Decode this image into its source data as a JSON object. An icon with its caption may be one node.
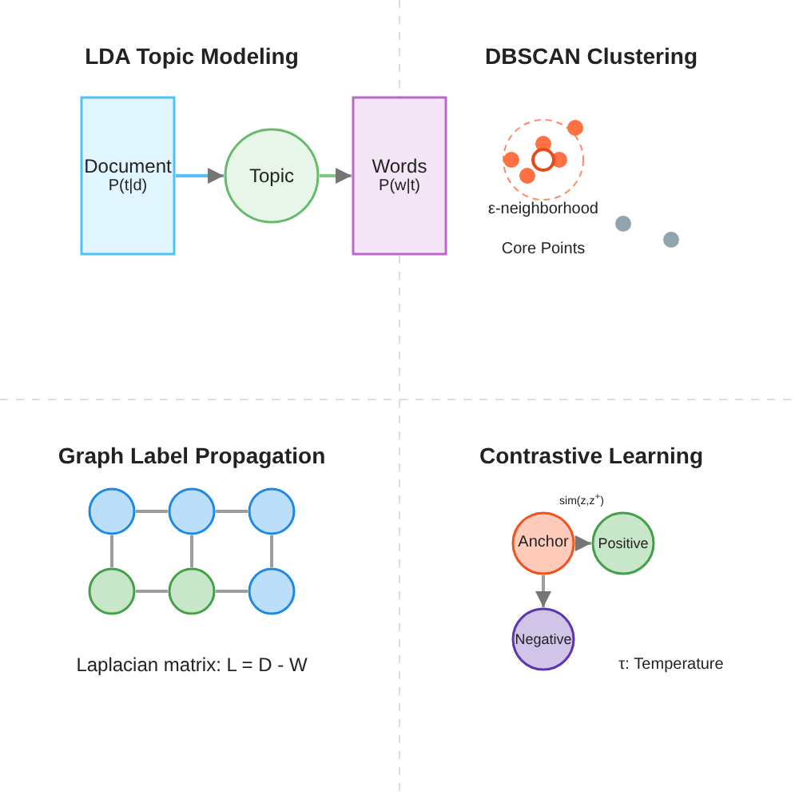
{
  "diagram": {
    "nodes": [
      {
        "text": [
          "Document",
          "P(t|d)"
        ]
      },
      {
        "text": [
          "Topic"
        ]
      },
      {
        "text": [
          "Words",
          "P(w|t)"
        ]
      },
      {
        "text": [],
        "shape": "circle"
      },
      {
        "text": [],
        "shape": "circle"
      },
      {
        "text": [],
        "shape": "circle"
      },
      {
        "text": [],
        "shape": "circle"
      },
      {
        "text": [],
        "shape": "circle"
      },
      {
        "text": [],
        "shape": "circle"
      },
      {
        "text": [
          "Anchor"
        ]
      },
      {
        "text": [
          "Positive"
        ]
      },
      {
        "text": [
          "Negative"
        ]
      }
    ],
    "edges": [
      {
        "from": 0,
        "to": 1,
        "arrow": "to",
        "color": "#4fc3f7"
      },
      {
        "from": 1,
        "to": 2,
        "arrow": "to",
        "color": "#81c784"
      },
      {
        "from": 3,
        "to": 4,
        "arrow": "none"
      },
      {
        "from": 4,
        "to": 5,
        "arrow": "none"
      },
      {
        "from": 3,
        "to": 6,
        "arrow": "none"
      },
      {
        "from": 4,
        "to": 7,
        "arrow": "none"
      },
      {
        "from": 5,
        "to": 8,
        "arrow": "none"
      },
      {
        "from": 6,
        "to": 7,
        "arrow": "none"
      },
      {
        "from": 7,
        "to": 8,
        "arrow": "none"
      },
      {
        "from": 9,
        "to": 10,
        "arrow": "to",
        "color": "#81c784"
      },
      {
        "from": 9,
        "to": 11,
        "arrow": "to"
      }
    ],
    "labels": [
      "LDA Topic Modeling",
      "DBSCAN Clustering",
      "ε-neighborhood",
      "Core Points",
      "Graph Label Propagation",
      "Laplacian matrix: L = D - W",
      "Contrastive Learning",
      "sim(z,z$^{+}$)",
      "τ: Temperature"
    ]
  }
}
